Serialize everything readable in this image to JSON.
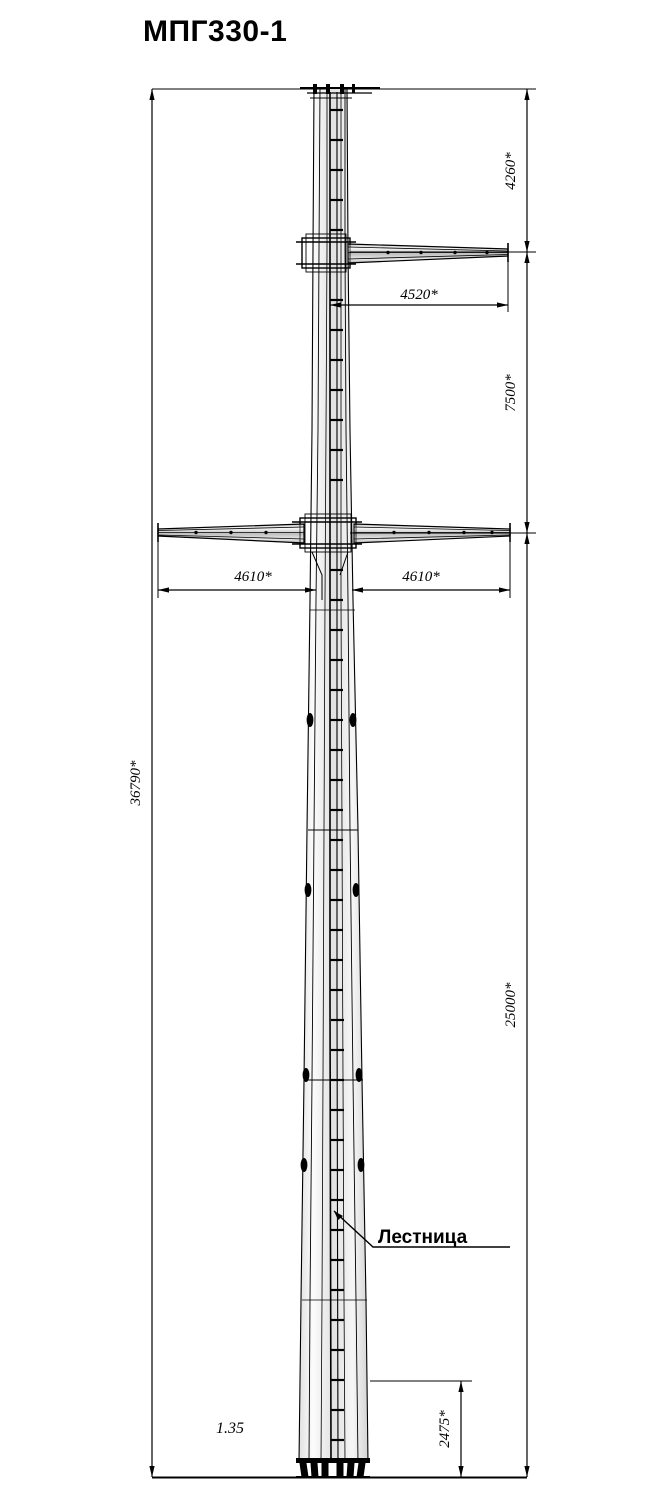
{
  "drawing": {
    "title": "МПГ330-1",
    "scale_label": "1.35",
    "callout_ladder": "Лестница",
    "units_note": ""
  },
  "dimensions": {
    "top_section": "4260*",
    "upper_arm": "4520*",
    "middle_section": "7500*",
    "lower_arm_left": "4610*",
    "lower_arm_right": "4610*",
    "total_height": "36790*",
    "lower_section": "25000*",
    "base_section": "2475*"
  },
  "colors": {
    "line": "#000000",
    "background": "#ffffff",
    "steel_fill": "#cfcfcf"
  },
  "chart_data": {
    "type": "table",
    "title": "МПГ330-1",
    "categories": [
      "4260*",
      "4520*",
      "7500*",
      "4610*",
      "4610*",
      "36790*",
      "25000*",
      "2475*",
      "1.35"
    ],
    "values": [
      4260,
      4520,
      7500,
      4610,
      4610,
      36790,
      25000,
      2475,
      1.35
    ]
  }
}
